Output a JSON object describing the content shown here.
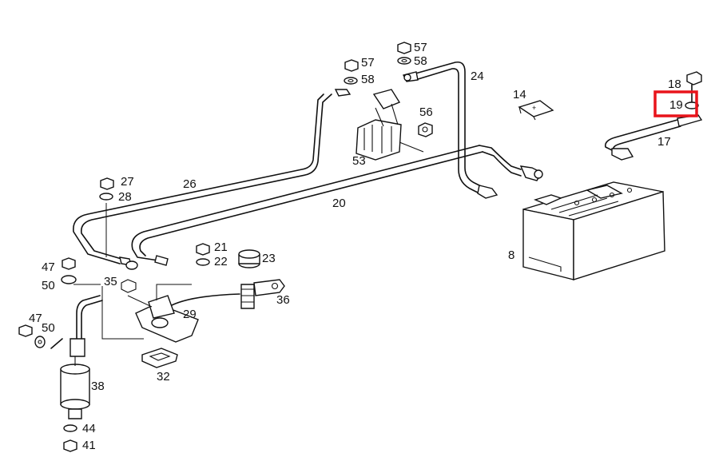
{
  "highlight": {
    "label": "19",
    "color": "#e8141b"
  },
  "labels": [
    {
      "id": "57a",
      "text": "57"
    },
    {
      "id": "58a",
      "text": "58"
    },
    {
      "id": "57b",
      "text": "57"
    },
    {
      "id": "58b",
      "text": "58"
    },
    {
      "id": "24",
      "text": "24"
    },
    {
      "id": "14",
      "text": "14"
    },
    {
      "id": "56",
      "text": "56"
    },
    {
      "id": "53",
      "text": "53"
    },
    {
      "id": "18",
      "text": "18"
    },
    {
      "id": "19",
      "text": "19"
    },
    {
      "id": "17",
      "text": "17"
    },
    {
      "id": "27",
      "text": "27"
    },
    {
      "id": "28",
      "text": "28"
    },
    {
      "id": "26",
      "text": "26"
    },
    {
      "id": "20",
      "text": "20"
    },
    {
      "id": "8",
      "text": "8"
    },
    {
      "id": "21",
      "text": "21"
    },
    {
      "id": "22",
      "text": "22"
    },
    {
      "id": "23",
      "text": "23"
    },
    {
      "id": "47a",
      "text": "47"
    },
    {
      "id": "50a",
      "text": "50"
    },
    {
      "id": "35",
      "text": "35"
    },
    {
      "id": "36",
      "text": "36"
    },
    {
      "id": "29",
      "text": "29"
    },
    {
      "id": "47b",
      "text": "47"
    },
    {
      "id": "50b",
      "text": "50"
    },
    {
      "id": "32",
      "text": "32"
    },
    {
      "id": "38",
      "text": "38"
    },
    {
      "id": "44",
      "text": "44"
    },
    {
      "id": "41",
      "text": "41"
    }
  ]
}
